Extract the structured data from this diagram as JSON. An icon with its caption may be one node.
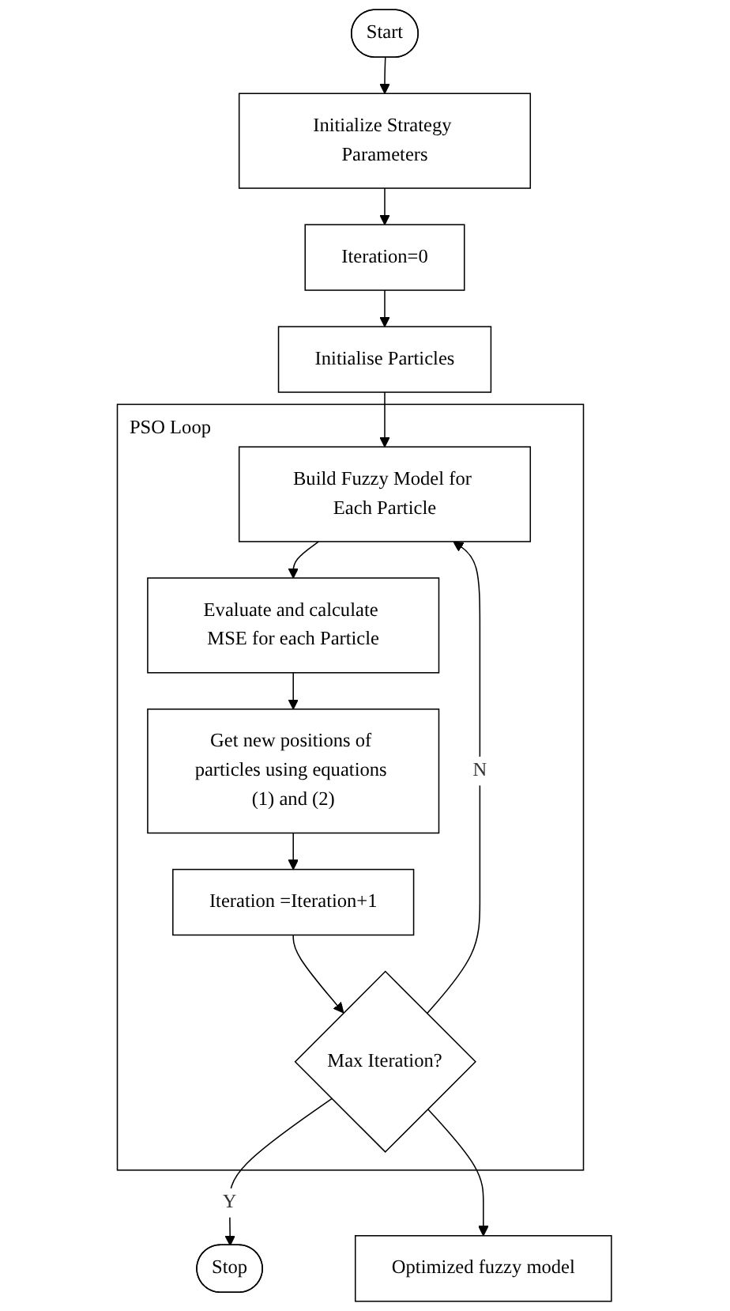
{
  "diagram": {
    "nodes": [
      {
        "text": [
          "Start"
        ]
      },
      {
        "text": [
          "Initialize Strategy Parameters"
        ]
      },
      {
        "text": [
          "Iteration=0"
        ]
      },
      {
        "text": [
          "Initialise Particles"
        ]
      },
      {
        "text": [
          "PSO Loop"
        ]
      },
      {
        "text": [
          "Build Fuzzy Model for Each Particle"
        ],
        "in": 4
      },
      {
        "text": [
          "Evaluate and calculate MSE for each Particle"
        ],
        "in": 4
      },
      {
        "text": [
          "Get new positions of particles using equations (1) and (2)"
        ],
        "in": 4
      },
      {
        "text": [
          "Iteration =Iteration+1"
        ],
        "in": 4
      },
      {
        "text": [
          "Max Iteration?"
        ],
        "in": 4
      },
      {
        "text": [
          "Stop"
        ]
      },
      {
        "text": [
          "Optimized fuzzy model"
        ]
      }
    ],
    "edges": [
      {
        "from": 0,
        "to": 1,
        "arrow": "to"
      },
      {
        "from": 1,
        "to": 2,
        "arrow": "to"
      },
      {
        "from": 2,
        "to": 3,
        "arrow": "to"
      },
      {
        "from": 3,
        "to": 5,
        "arrow": "to"
      },
      {
        "from": 5,
        "to": 6,
        "arrow": "to"
      },
      {
        "from": 6,
        "to": 7,
        "arrow": "to"
      },
      {
        "from": 7,
        "to": 8,
        "arrow": "to"
      },
      {
        "from": 8,
        "to": 9,
        "arrow": "to"
      },
      {
        "from": 9,
        "to": 5,
        "arrow": "to",
        "label": "N"
      },
      {
        "from": 9,
        "to": 10,
        "arrow": "to",
        "label": "Y"
      },
      {
        "from": 9,
        "to": 11,
        "arrow": "to"
      }
    ]
  }
}
